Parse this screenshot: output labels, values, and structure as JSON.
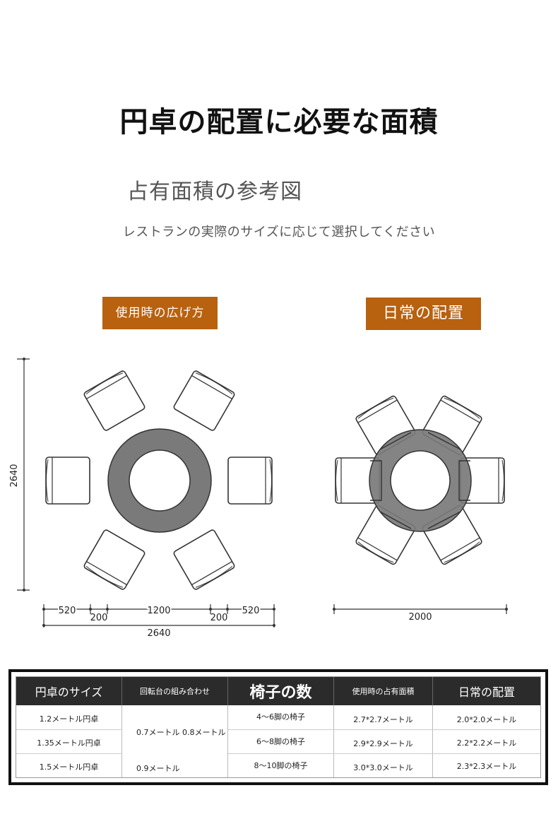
{
  "title": "円卓の配置に必要な面積",
  "subtitle": "占有面積の参考図",
  "note": "レストランの実際のサイズに応じて選択してください",
  "badges": {
    "in_use": "使用時の広げ方",
    "daily": "日常の配置"
  },
  "dimensions": {
    "left_height": "2640",
    "left_seg": [
      "520",
      "200",
      "1200",
      "200",
      "520"
    ],
    "left_total": "2640",
    "right_total": "2000"
  },
  "table": {
    "headers": [
      "円卓のサイズ",
      "回転台の組み合わせ",
      "椅子の数",
      "使用時の占有面積",
      "日常の配置"
    ],
    "sizes": [
      "1.2メートル円卓",
      "1.35メートル円卓",
      "1.5メートル円卓"
    ],
    "turntable": [
      "0.7メートル 0.8メートル",
      "0.9メートル"
    ],
    "chairs": [
      "4〜6脚の椅子",
      "6〜8脚の椅子",
      "8〜10脚の椅子"
    ],
    "in_use_area": [
      "2.7*2.7メートル",
      "2.9*2.9メートル",
      "3.0*3.0メートル"
    ],
    "daily_area": [
      "2.0*2.0メートル",
      "2.2*2.2メートル",
      "2.3*2.3メートル"
    ]
  },
  "colors": {
    "accent": "#b8610f",
    "table_top": "#7a7a7a",
    "header_bg": "#2b2b2b"
  }
}
